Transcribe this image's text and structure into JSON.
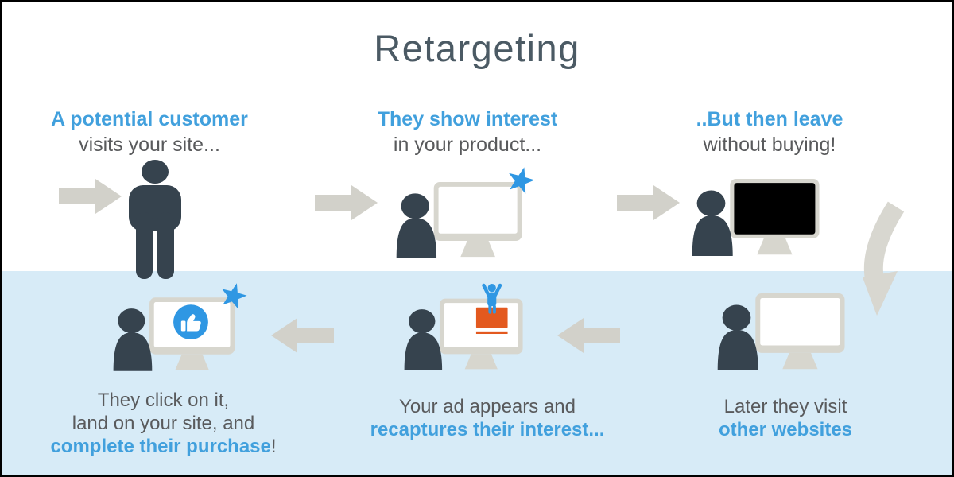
{
  "title": "Retargeting",
  "colors": {
    "accent_blue_text": "#41a0dd",
    "body_text_gray": "#595a5c",
    "title_gray": "#4b5a64",
    "figure_dark_slate": "#36434e",
    "arrow_gray": "#d2d1ca",
    "curved_arrow_gray": "#d8d7d0",
    "monitor_frame_gray": "#d7d6ce",
    "bottom_band_blue": "#d7ebf7",
    "icon_blue": "#2f97e3",
    "ad_orange": "#e3591f",
    "screen_black": "#000000",
    "border_black": "#000000"
  },
  "steps": {
    "step1": {
      "line1": "A potential customer",
      "line2": "visits your site..."
    },
    "step2": {
      "line1": "They show interest",
      "line2": "in your product..."
    },
    "step3": {
      "line1": "..But then leave",
      "line2": "without buying!"
    },
    "step4": {
      "line1": "Later they visit",
      "line2": "other websites"
    },
    "step5": {
      "line1": "Your ad appears and",
      "line2": "recaptures their interest..."
    },
    "step6": {
      "line1": "They click on it,",
      "line2": "land on your site, and",
      "line3_blue": "complete their purchase",
      "line3_end": "!"
    }
  },
  "icons": [
    "right-arrow",
    "left-arrow",
    "curved-down-arrow",
    "standing-person",
    "person-at-computer",
    "interest-star",
    "black-screen",
    "ad-banner",
    "jumping-person",
    "thumbs-up-like"
  ]
}
